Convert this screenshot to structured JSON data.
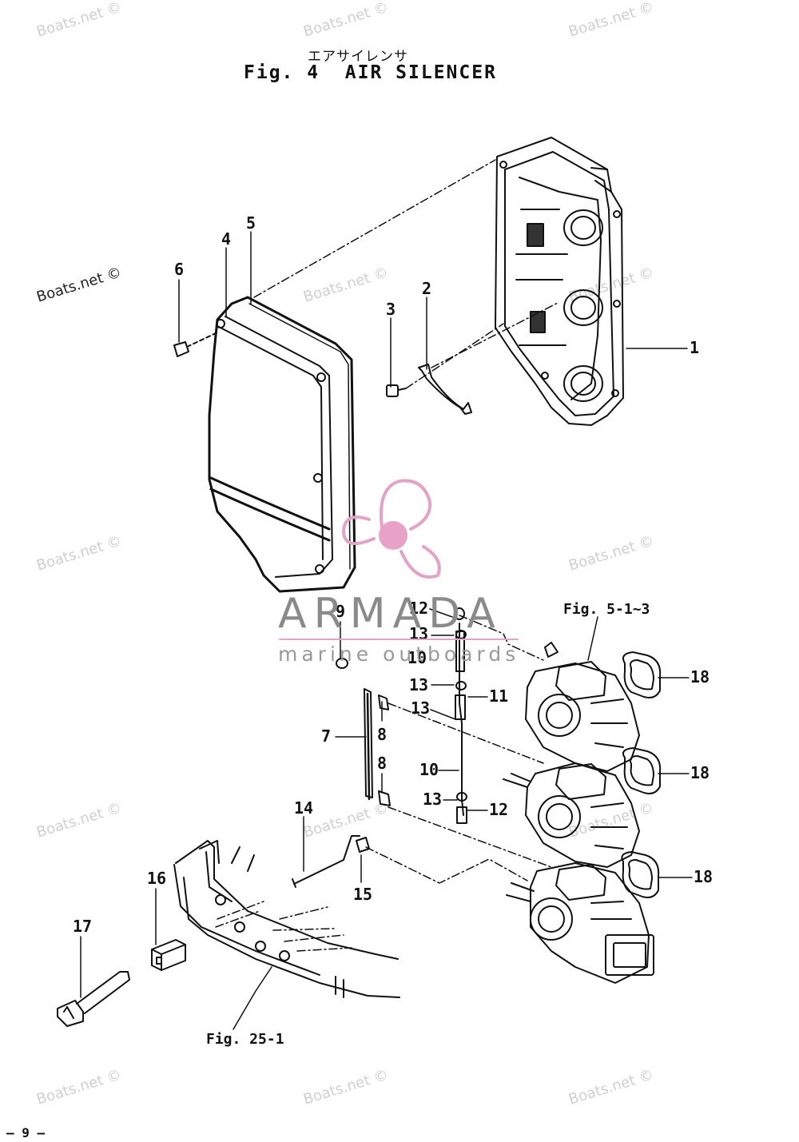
{
  "header": {
    "japanese_title": "エアサイレンサ",
    "figure_title": "Fig. 4  AIR SILENCER"
  },
  "watermarks": [
    "Boats.net ©",
    "Boats.net ©",
    "Boats.net ©",
    "Boats.net ©",
    "Boats.net ©",
    "Boats.net ©",
    "Boats.net ©",
    "Boats.net ©",
    "Boats.net ©",
    "Boats.net ©",
    "Boats.net ©",
    "Boats.net ©",
    "Boats.net ©",
    "Boats.net ©"
  ],
  "logo": {
    "name": "ARMADA",
    "tagline": "marine outboards",
    "accent_color": "#e3a3c6"
  },
  "callouts": {
    "c1": "1",
    "c2": "2",
    "c3": "3",
    "c4": "4",
    "c5": "5",
    "c6": "6",
    "c7": "7",
    "c8a": "8",
    "c8b": "8",
    "c9": "9",
    "c10a": "10",
    "c10b": "10",
    "c11": "11",
    "c12a": "12",
    "c12b": "12",
    "c13a": "13",
    "c13b": "13",
    "c13c": "13",
    "c13d": "13",
    "c14": "14",
    "c15": "15",
    "c16": "16",
    "c17": "17",
    "c18a": "18",
    "c18b": "18",
    "c18c": "18"
  },
  "references": {
    "carburetor": "Fig. 5-1~3",
    "bracket": "Fig. 25-1"
  },
  "page_number": "– 9 –"
}
